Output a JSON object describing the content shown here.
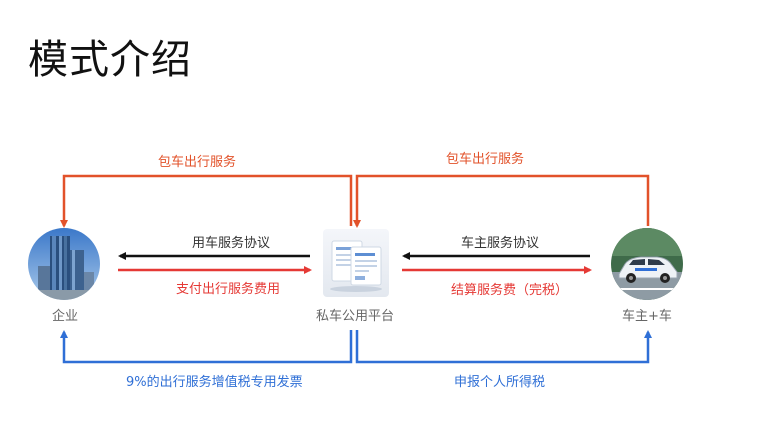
{
  "page": {
    "title": "模式介绍"
  },
  "nodes": {
    "enterprise": {
      "label": "企业"
    },
    "platform": {
      "label": "私车公用平台"
    },
    "owner": {
      "label": "车主+车"
    }
  },
  "flows": {
    "top_left": "包车出行服务",
    "top_right": "包车出行服务",
    "left_agreement": "用车服务协议",
    "left_payment": "支付出行服务费用",
    "right_agreement": "车主服务协议",
    "right_payment": "结算服务费（完税）",
    "bottom_left": "9%的出行服务增值税专用发票",
    "bottom_right": "申报个人所得税"
  },
  "colors": {
    "orange": "#e2522a",
    "red": "#e53935",
    "black": "#111111",
    "blue": "#2f6fd6"
  }
}
